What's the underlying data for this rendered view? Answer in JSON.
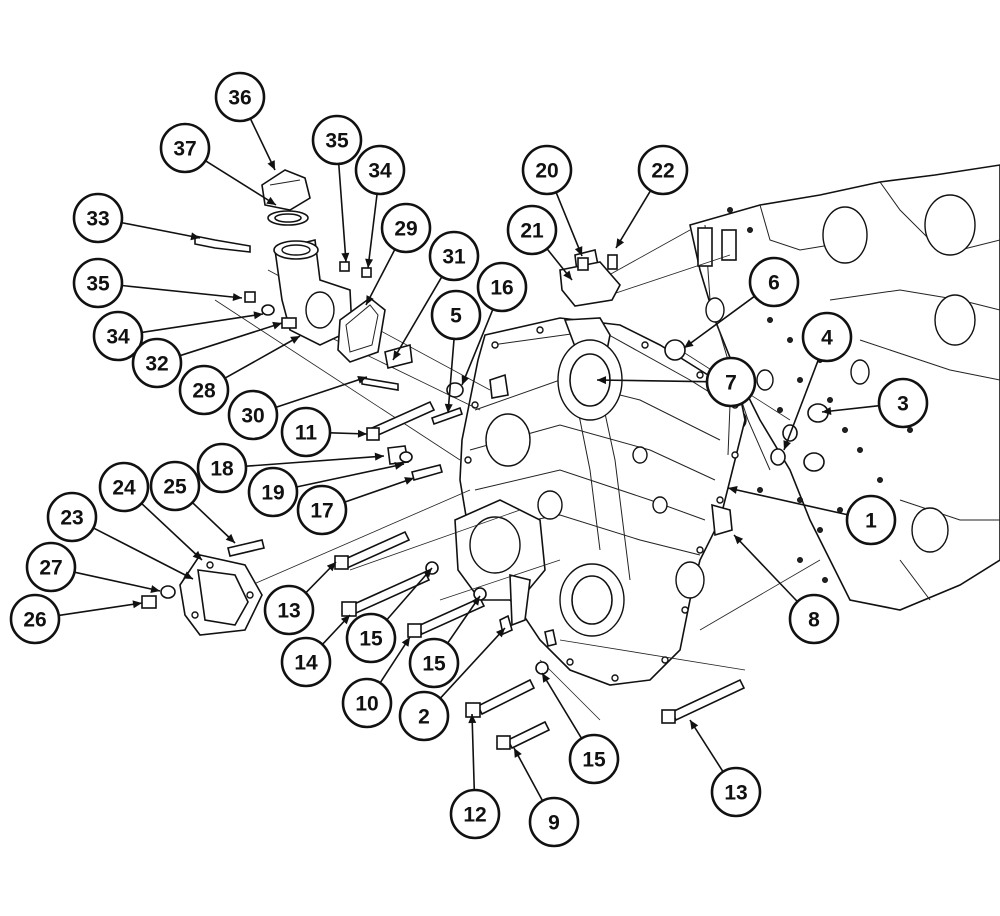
{
  "callouts": [
    {
      "id": "c36",
      "label": "36"
    },
    {
      "id": "c37",
      "label": "37"
    },
    {
      "id": "c35a",
      "label": "35"
    },
    {
      "id": "c34a",
      "label": "34"
    },
    {
      "id": "c33",
      "label": "33"
    },
    {
      "id": "c29",
      "label": "29"
    },
    {
      "id": "c31",
      "label": "31"
    },
    {
      "id": "c16",
      "label": "16"
    },
    {
      "id": "c20",
      "label": "20"
    },
    {
      "id": "c22",
      "label": "22"
    },
    {
      "id": "c21",
      "label": "21"
    },
    {
      "id": "c6",
      "label": "6"
    },
    {
      "id": "c35b",
      "label": "35"
    },
    {
      "id": "c5",
      "label": "5"
    },
    {
      "id": "c4",
      "label": "4"
    },
    {
      "id": "c34b",
      "label": "34"
    },
    {
      "id": "c32",
      "label": "32"
    },
    {
      "id": "c7",
      "label": "7"
    },
    {
      "id": "c3",
      "label": "3"
    },
    {
      "id": "c28",
      "label": "28"
    },
    {
      "id": "c30",
      "label": "30"
    },
    {
      "id": "c11",
      "label": "11"
    },
    {
      "id": "c18",
      "label": "18"
    },
    {
      "id": "c19",
      "label": "19"
    },
    {
      "id": "c17",
      "label": "17"
    },
    {
      "id": "c25",
      "label": "25"
    },
    {
      "id": "c24",
      "label": "24"
    },
    {
      "id": "c23",
      "label": "23"
    },
    {
      "id": "c1",
      "label": "1"
    },
    {
      "id": "c27",
      "label": "27"
    },
    {
      "id": "c8",
      "label": "8"
    },
    {
      "id": "c26",
      "label": "26"
    },
    {
      "id": "c13a",
      "label": "13"
    },
    {
      "id": "c15a",
      "label": "15"
    },
    {
      "id": "c14",
      "label": "14"
    },
    {
      "id": "c15b",
      "label": "15"
    },
    {
      "id": "c10",
      "label": "10"
    },
    {
      "id": "c2",
      "label": "2"
    },
    {
      "id": "c15c",
      "label": "15"
    },
    {
      "id": "c12",
      "label": "12"
    },
    {
      "id": "c9",
      "label": "9"
    },
    {
      "id": "c13b",
      "label": "13"
    }
  ]
}
